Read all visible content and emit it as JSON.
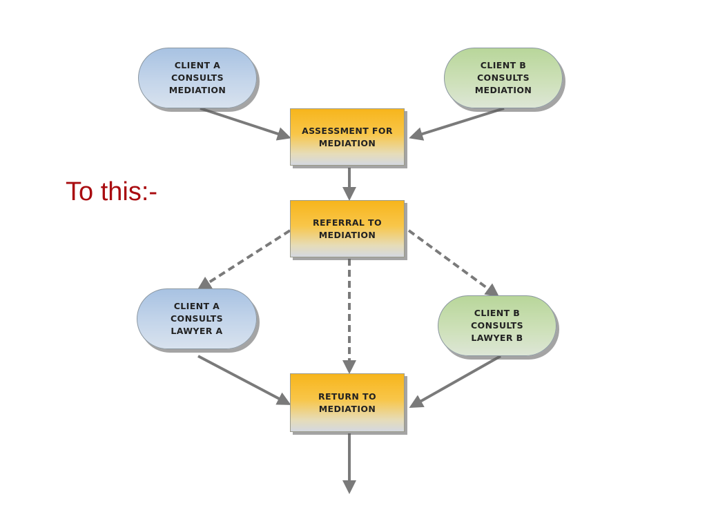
{
  "slide": {
    "caption": "To this:-"
  },
  "nodes": {
    "client_a_mediation": "CLIENT A\nCONSULTS\nMEDIATION",
    "client_b_mediation": "CLIENT B\nCONSULTS\nMEDIATION",
    "assessment": "ASSESSMENT FOR\nMEDIATION",
    "referral": "REFERRAL TO\nMEDIATION",
    "client_a_lawyer": "CLIENT A\nCONSULTS\nLAWYER A",
    "client_b_lawyer": "CLIENT B\nCONSULTS\nLAWYER B",
    "return": "RETURN TO\nMEDIATION"
  },
  "colors": {
    "caption": "#a90c10",
    "client_a_fill": "#b9cfe8",
    "client_b_fill": "#c6dcb0",
    "process_fill": "#f7b51c",
    "arrow": "#7a7a7a"
  }
}
